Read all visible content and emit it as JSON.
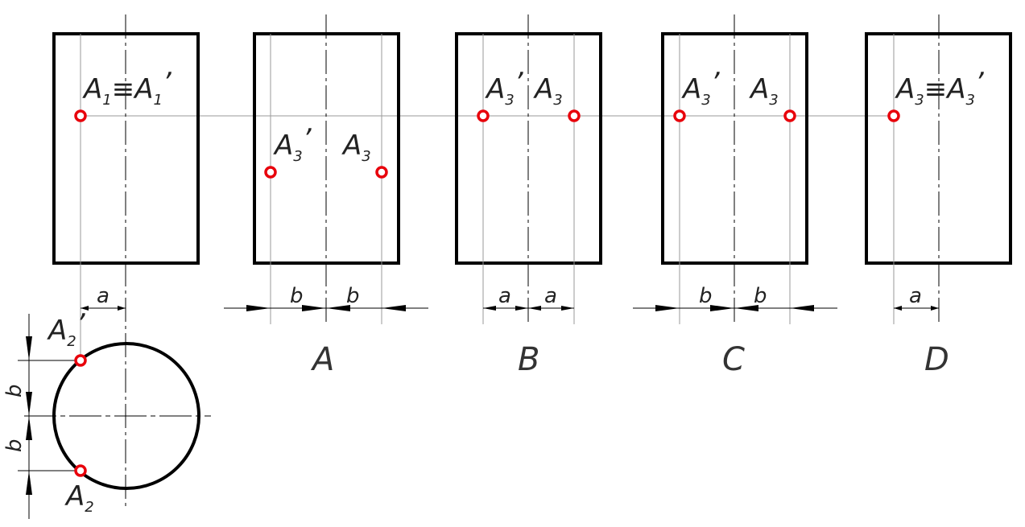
{
  "views": [
    {
      "id": "base",
      "label": "A1≡A1'"
    },
    {
      "id": "A",
      "caption": "A",
      "labels": [
        "A3'",
        "A3"
      ],
      "dims": [
        "b",
        "b"
      ]
    },
    {
      "id": "B",
      "caption": "B",
      "labels": [
        "A3'",
        "A3"
      ],
      "dims": [
        "a",
        "a"
      ]
    },
    {
      "id": "C",
      "caption": "C",
      "labels": [
        "A3'",
        "A3"
      ],
      "dims": [
        "b",
        "b"
      ]
    },
    {
      "id": "D",
      "caption": "D",
      "label": "A3≡A3'",
      "dims": [
        "a"
      ]
    }
  ],
  "base": {
    "dim_a": "a"
  },
  "circle_view": {
    "top_label": "A2'",
    "bottom_label": "A2",
    "dims": [
      "b",
      "b"
    ]
  },
  "colors": {
    "outline": "#000000",
    "thin": "#9a9a9a",
    "point": "#e8000b"
  }
}
